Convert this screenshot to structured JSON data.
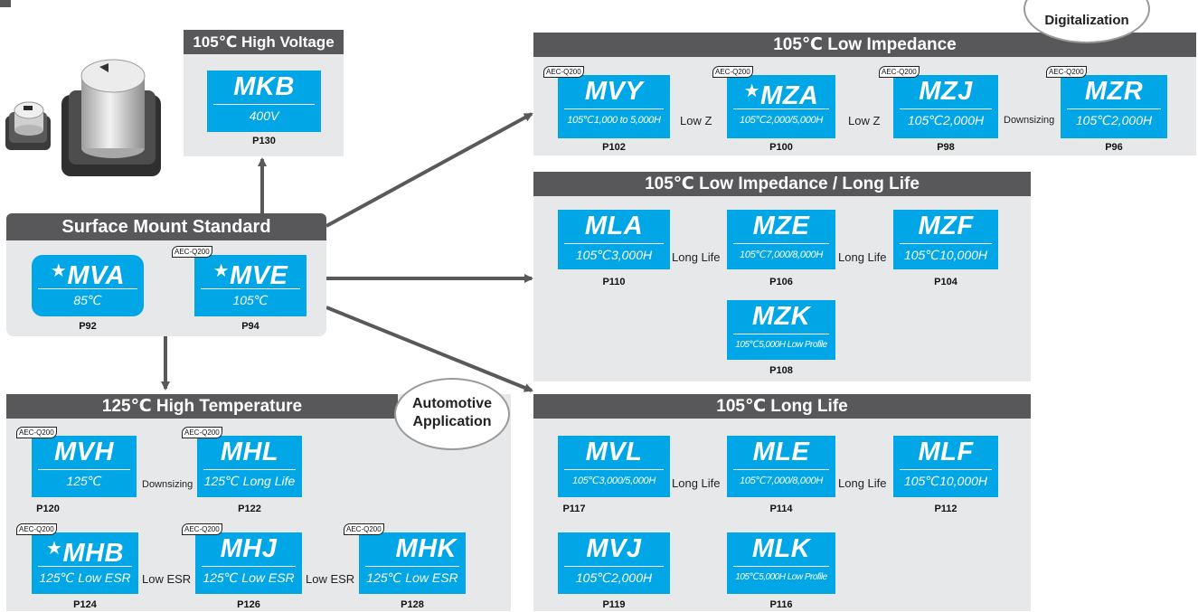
{
  "colors": {
    "header": "#58585a",
    "panel": "#e7e8e9",
    "box": "#00a6e6",
    "arrow": "#595959"
  },
  "aec_label": "AEC-Q200",
  "high_voltage": {
    "title": "105℃ High Voltage",
    "box": {
      "name": "MKB",
      "sub": "400V",
      "page": "P130"
    }
  },
  "standard": {
    "title": "Surface Mount Standard",
    "mva": {
      "name": "MVA",
      "sub": "85℃",
      "page": "P92"
    },
    "mve": {
      "name": "MVE",
      "sub": "105℃",
      "page": "P94"
    }
  },
  "low_impedance": {
    "title": "105℃ Low Impedance",
    "mvy": {
      "name": "MVY",
      "sub": "105℃1,000 to 5,000H",
      "page": "P102"
    },
    "mza": {
      "name": "MZA",
      "sub": "105℃2,000/5,000H",
      "page": "P100"
    },
    "mzj": {
      "name": "MZJ",
      "sub": "105℃2,000H",
      "page": "P98"
    },
    "mzr": {
      "name": "MZR",
      "sub": "105℃2,000H",
      "page": "P96"
    },
    "conn1": "Low Z",
    "conn2": "Low Z",
    "conn3": "Downsizing",
    "badge": "Digitalization"
  },
  "low_impedance_long": {
    "title": "105℃ Low Impedance / Long Life",
    "mla": {
      "name": "MLA",
      "sub": "105℃3,000H",
      "page": "P110"
    },
    "mze": {
      "name": "MZE",
      "sub": "105℃7,000/8,000H",
      "page": "P106"
    },
    "mzf": {
      "name": "MZF",
      "sub": "105℃10,000H",
      "page": "P104"
    },
    "mzk": {
      "name": "MZK",
      "sub": "105℃5,000H Low Profile",
      "page": "P108"
    },
    "conn1": "Long Life",
    "conn2": "Long Life"
  },
  "high_temp": {
    "title": "125℃ High Temperature",
    "badge_line1": "Automotive",
    "badge_line2": "Application",
    "mvh": {
      "name": "MVH",
      "sub": "125℃",
      "page": "P120"
    },
    "mhl": {
      "name": "MHL",
      "sub": "125℃ Long Life",
      "page": "P122"
    },
    "mhb": {
      "name": "MHB",
      "sub": "125℃ Low ESR",
      "page": "P124"
    },
    "mhj": {
      "name": "MHJ",
      "sub": "125℃ Low ESR",
      "page": "P126"
    },
    "mhk": {
      "name": "MHK",
      "sub": "125℃ Low ESR",
      "page": "P128"
    },
    "conn_down": "Downsizing",
    "conn1": "Low ESR",
    "conn2": "Low ESR"
  },
  "long_life": {
    "title": "105℃ Long Life",
    "mvl": {
      "name": "MVL",
      "sub": "105℃3,000/5,000H",
      "page": "P117"
    },
    "mle": {
      "name": "MLE",
      "sub": "105℃7,000/8,000H",
      "page": "P114"
    },
    "mlf": {
      "name": "MLF",
      "sub": "105℃10,000H",
      "page": "P112"
    },
    "mvj": {
      "name": "MVJ",
      "sub": "105℃2,000H",
      "page": "P119"
    },
    "mlk": {
      "name": "MLK",
      "sub": "105℃5,000H Low Profile",
      "page": "P116"
    },
    "conn1": "Long Life",
    "conn2": "Long Life"
  }
}
